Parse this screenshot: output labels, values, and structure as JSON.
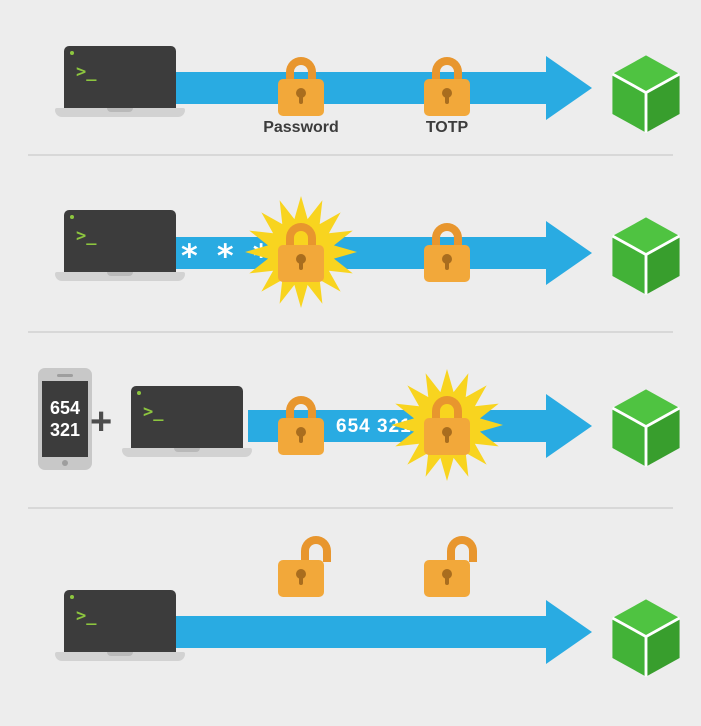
{
  "prompt": ">_",
  "labels": {
    "password": "Password",
    "totp": "TOTP"
  },
  "masked_password": "* * * *",
  "totp_code": {
    "line1": "654",
    "line2": "321",
    "combined": "654 321"
  },
  "plus": "+",
  "colors": {
    "background": "#ededed",
    "arrow_blue": "#29abe2",
    "lock_body_orange": "#f2a83a",
    "lock_shackle_orange": "#e8962e",
    "keyhole_brown": "#a96d1e",
    "burst_yellow": "#f8d41f",
    "cube_top_green": "#4fc341",
    "cube_left_green": "#42b237",
    "cube_right_green": "#389e2d",
    "terminal_green": "#8dc63f",
    "screen_dark": "#3c3c3c",
    "divider_gray": "#d8d8d8",
    "label_text": "#3c3c3c"
  }
}
